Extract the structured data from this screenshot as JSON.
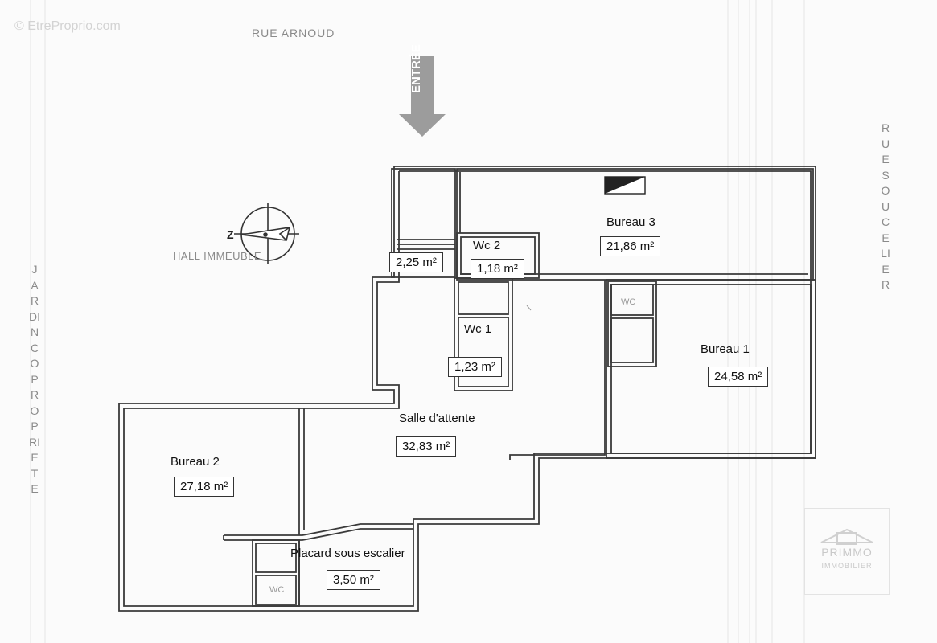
{
  "watermark": "© EtreProprio.com",
  "streets": {
    "top": "RUE ARNOUD",
    "right": "RUE SOUCELIER",
    "left": "JARDIN COPROPRIETE"
  },
  "entrance_label": "ENTRÉE",
  "hall_label": "HALL IMMEUBLE",
  "compass_label": "Z",
  "rooms": {
    "bureau3": {
      "name": "Bureau 3",
      "area": "21,86 m²"
    },
    "bureau1": {
      "name": "Bureau 1",
      "area": "24,58 m²"
    },
    "bureau2": {
      "name": "Bureau 2",
      "area": "27,18 m²"
    },
    "salle": {
      "name": "Salle d'attente",
      "area": "32,83 m²"
    },
    "wc1": {
      "name": "Wc 1",
      "area": "1,23 m²"
    },
    "wc2": {
      "name": "Wc 2",
      "area": "1,18 m²"
    },
    "stair": {
      "area": "2,25 m²"
    },
    "placard": {
      "name": "Placard sous escalier",
      "area": "3,50 m²"
    }
  },
  "wc_small_labels": [
    "WC",
    "WC"
  ],
  "logo": {
    "line1": "PRIMMO",
    "line2": "IMMOBILIER"
  }
}
